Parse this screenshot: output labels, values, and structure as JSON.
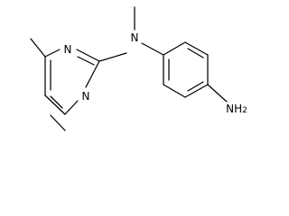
{
  "molecule": {
    "atoms": {
      "n_ring_top": "N",
      "n_ring_bottom": "N",
      "n_amine": "N",
      "nh2_n": "NH",
      "nh2_sub": "2"
    }
  }
}
